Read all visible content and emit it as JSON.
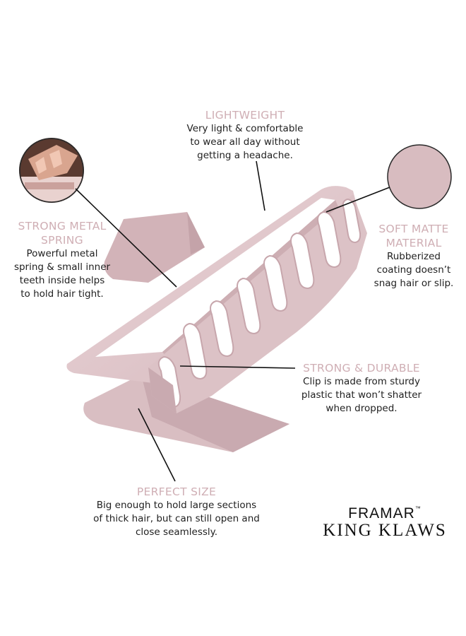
{
  "features": {
    "lightweight": {
      "title": "LIGHTWEIGHT",
      "desc": [
        "Very light & comfortable",
        "to wear all day without",
        "getting a headache."
      ]
    },
    "spring": {
      "title": [
        "STRONG METAL",
        "SPRING"
      ],
      "desc": [
        "Powerful metal",
        "spring & small inner",
        "teeth inside helps",
        "to hold hair tight."
      ]
    },
    "matte": {
      "title": [
        "SOFT MATTE",
        "MATERIAL"
      ],
      "desc": [
        "Rubberized",
        "coating doesn’t",
        "snag hair or slip."
      ]
    },
    "durable": {
      "title": "STRONG & DURABLE",
      "desc": [
        "Clip is made from sturdy",
        "plastic that won’t shatter",
        "when dropped."
      ]
    },
    "size": {
      "title": "PERFECT SIZE",
      "desc": [
        "Big enough to hold large sections",
        "of thick hair, but can still open and",
        "close seamlessly."
      ]
    }
  },
  "brand": {
    "line1": "FRAMAR",
    "tm": "™",
    "line2": "KING KLAWS"
  },
  "colors": {
    "accent": "#cfaeb4",
    "clip": "#e2c9cc",
    "clip_shadow": "#c9aab0",
    "text": "#1f1f1f"
  }
}
